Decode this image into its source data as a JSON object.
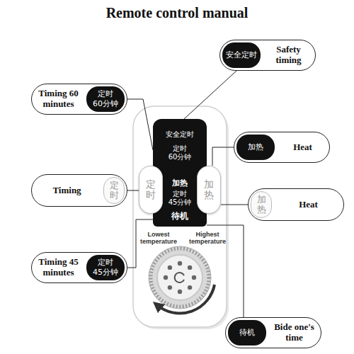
{
  "diagram": {
    "title": "Remote control manual",
    "nodes": [
      {
        "text": [
          "安全定时",
          "Safety timing"
        ]
      },
      {
        "text": [
          "Timing 60 minutes",
          "定时 60分钟"
        ]
      },
      {
        "text": [
          "加热",
          "Heat"
        ]
      },
      {
        "text": [
          "Timing",
          "定时"
        ]
      },
      {
        "text": [
          "加热",
          "Heat"
        ]
      },
      {
        "text": [
          "Timing 45 minutes",
          "定时 45分钟"
        ]
      },
      {
        "text": [
          "待机",
          "Bide one's time"
        ]
      },
      {
        "text": [
          "安全定时",
          "定时 60分钟",
          "加热",
          "定时 45分钟",
          "待机"
        ]
      },
      {
        "text": [
          "定时"
        ]
      },
      {
        "text": [
          "加热"
        ]
      }
    ],
    "edges": [
      {
        "from": 0,
        "to": 7,
        "arrow": "none"
      },
      {
        "from": 1,
        "to": 7,
        "arrow": "none"
      },
      {
        "from": 2,
        "to": 9,
        "arrow": "none"
      },
      {
        "from": 3,
        "to": 8,
        "arrow": "none"
      },
      {
        "from": 4,
        "to": 9,
        "arrow": "none"
      },
      {
        "from": 5,
        "to": 7,
        "arrow": "none"
      },
      {
        "from": 6,
        "to": 7,
        "arrow": "none"
      }
    ],
    "labels": [
      "Lowest temperature",
      "Highest temperature"
    ]
  }
}
